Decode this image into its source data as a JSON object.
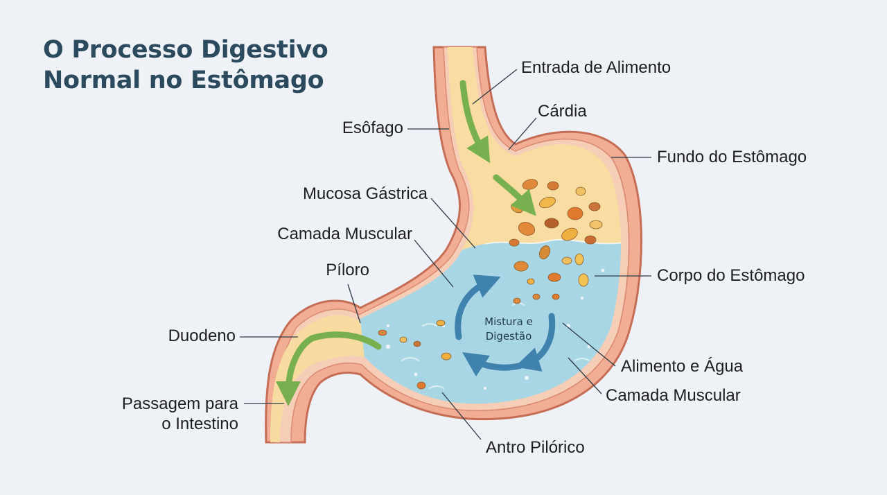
{
  "title": {
    "line1": "O Processo Digestivo",
    "line2": "Normal no Estômago"
  },
  "labels": {
    "entrada": "Entrada de Alimento",
    "cardia": "Cárdia",
    "esofago": "Esôfago",
    "fundo": "Fundo do Estômago",
    "mucosa": "Mucosa Gástrica",
    "camada_left": "Camada Muscular",
    "piloro": "Píloro",
    "corpo": "Corpo do Estômago",
    "duodeno": "Duodeno",
    "passagem_1": "Passagem para",
    "passagem_2": "o Intestino",
    "alimento_agua": "Alimento e Água",
    "camada_right": "Camada Muscular",
    "antro": "Antro Pilórico",
    "mistura_1": "Mistura e",
    "mistura_2": "Digestão"
  },
  "colors": {
    "background": "#eef2f6",
    "outer_wall": "#f2ad95",
    "wall_stroke": "#c66d56",
    "inner_lining": "#f6cdb6",
    "food_zone": "#f7dba0",
    "gastric_fluid": "#a9d6e5",
    "green_arrow": "#8ec06b",
    "blue_arrow": "#4f8fb8",
    "title": "#2c4a5e"
  }
}
